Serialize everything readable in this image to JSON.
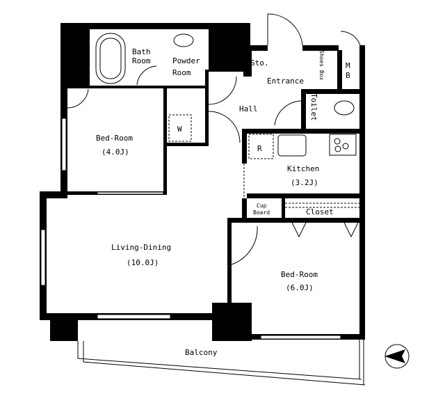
{
  "rooms": {
    "clo": "Clo.",
    "bath_1": "Bath",
    "bath_2": "Room",
    "powder_1": "Powder",
    "powder_2": "Room",
    "washer": "W",
    "storage": "Sto.",
    "entrance": "Entrance",
    "shoe_box": "Shoes Box",
    "mb_1": "M",
    "mb_2": "B",
    "hall": "Hall",
    "toilet": "Toilet",
    "fridge": "R",
    "bedroom_small": "Bed-Room",
    "bedroom_small_size": "(4.0J)",
    "kitchen": "Kitchen",
    "kitchen_size": "(3.2J)",
    "cupboard_1": "Cup",
    "cupboard_2": "Board",
    "closet": "Closet",
    "living": "Living-Dining",
    "living_size": "(10.0J)",
    "bedroom_large": "Bed-Room",
    "bedroom_large_size": "(6.0J)",
    "balcony": "Balcony"
  },
  "compass": {
    "direction": "west",
    "icon": "north-arrow-icon"
  }
}
